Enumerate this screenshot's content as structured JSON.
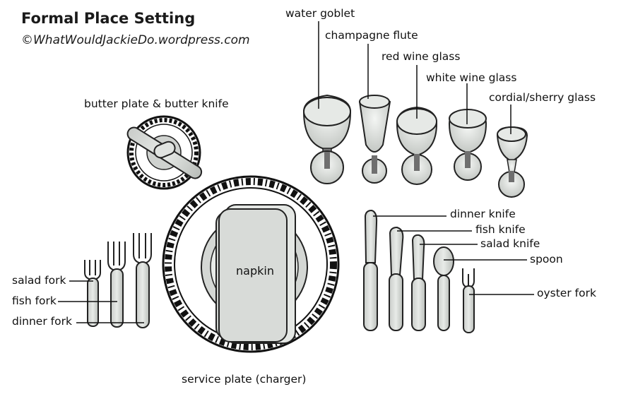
{
  "title": "Formal Place Setting",
  "credit": "©WhatWouldJackieDo.wordpress.com",
  "labels": {
    "water_goblet": "water goblet",
    "champagne_flute": "champagne flute",
    "red_wine_glass": "red wine glass",
    "white_wine_glass": "white wine glass",
    "cordial_sherry_glass": "cordial/sherry glass",
    "butter_plate": "butter plate & butter knife",
    "dinner_knife": "dinner knife",
    "fish_knife": "fish knife",
    "salad_knife": "salad knife",
    "spoon": "spoon",
    "oyster_fork": "oyster fork",
    "salad_fork": "salad fork",
    "fish_fork": "fish fork",
    "dinner_fork": "dinner fork",
    "napkin": "napkin",
    "service_plate": "service plate (charger)"
  }
}
